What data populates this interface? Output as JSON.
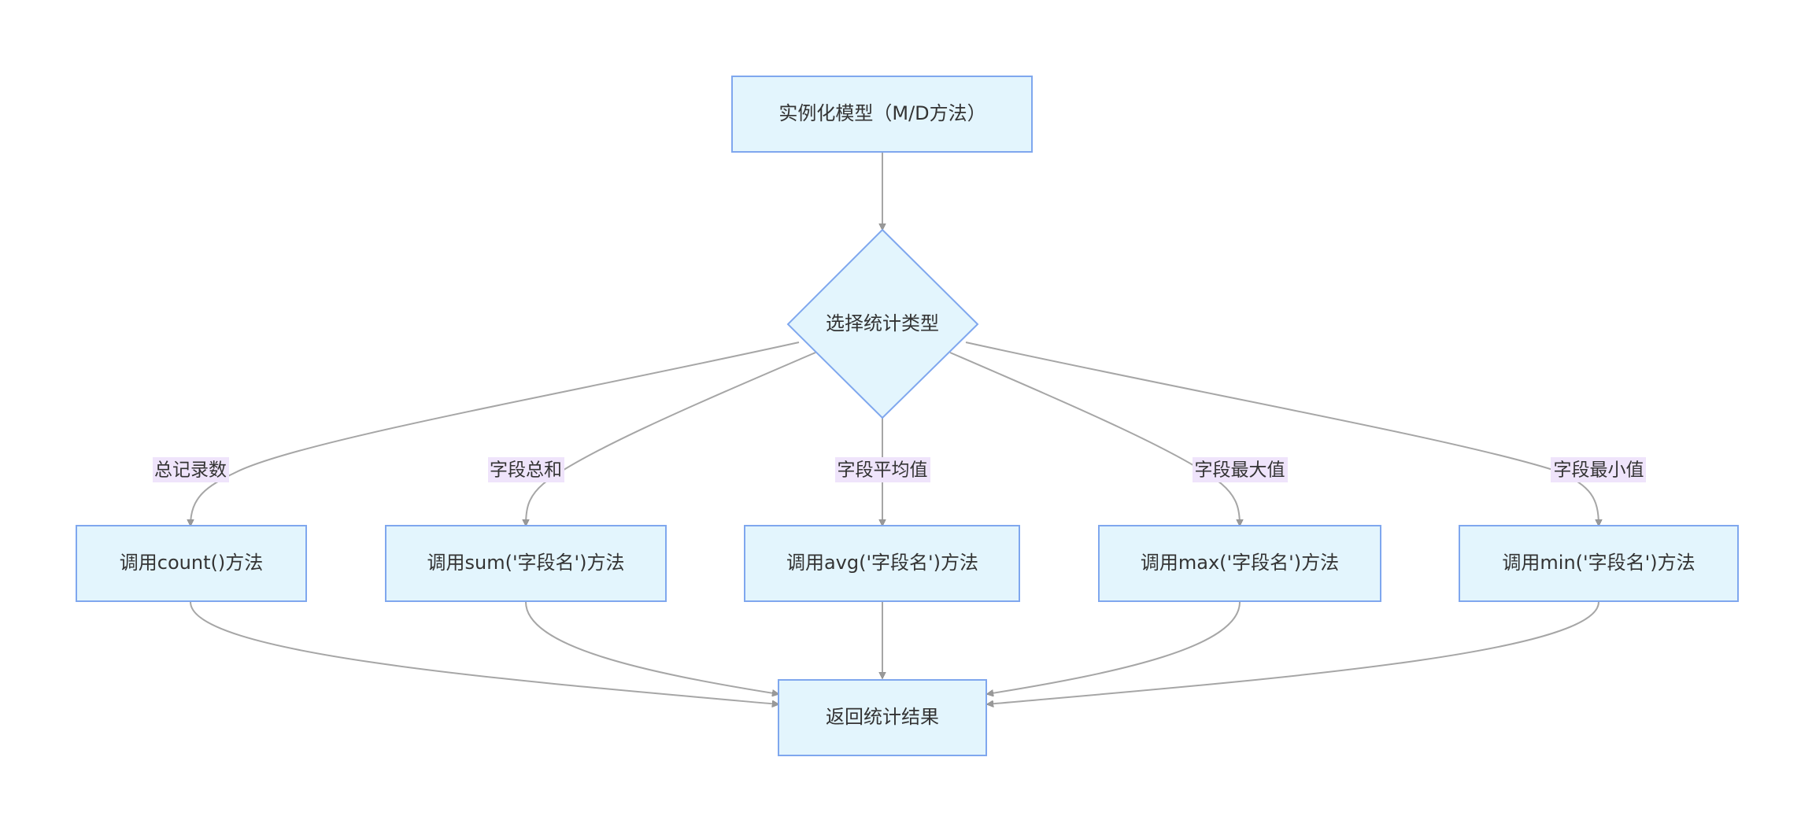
{
  "colors": {
    "node_fill": "#e3f5fd",
    "node_stroke": "#7fa7ee",
    "edge": "#a6a6a6",
    "label_bg": "#efe4fb",
    "text": "#333333"
  },
  "nodes": {
    "start": "实例化模型（M/D方法）",
    "decision": "选择统计类型",
    "count": "调用count()方法",
    "sum": "调用sum('字段名')方法",
    "avg": "调用avg('字段名')方法",
    "max": "调用max('字段名')方法",
    "min": "调用min('字段名')方法",
    "result": "返回统计结果"
  },
  "edge_labels": {
    "count": "总记录数",
    "sum": "字段总和",
    "avg": "字段平均值",
    "max": "字段最大值",
    "min": "字段最小值"
  }
}
